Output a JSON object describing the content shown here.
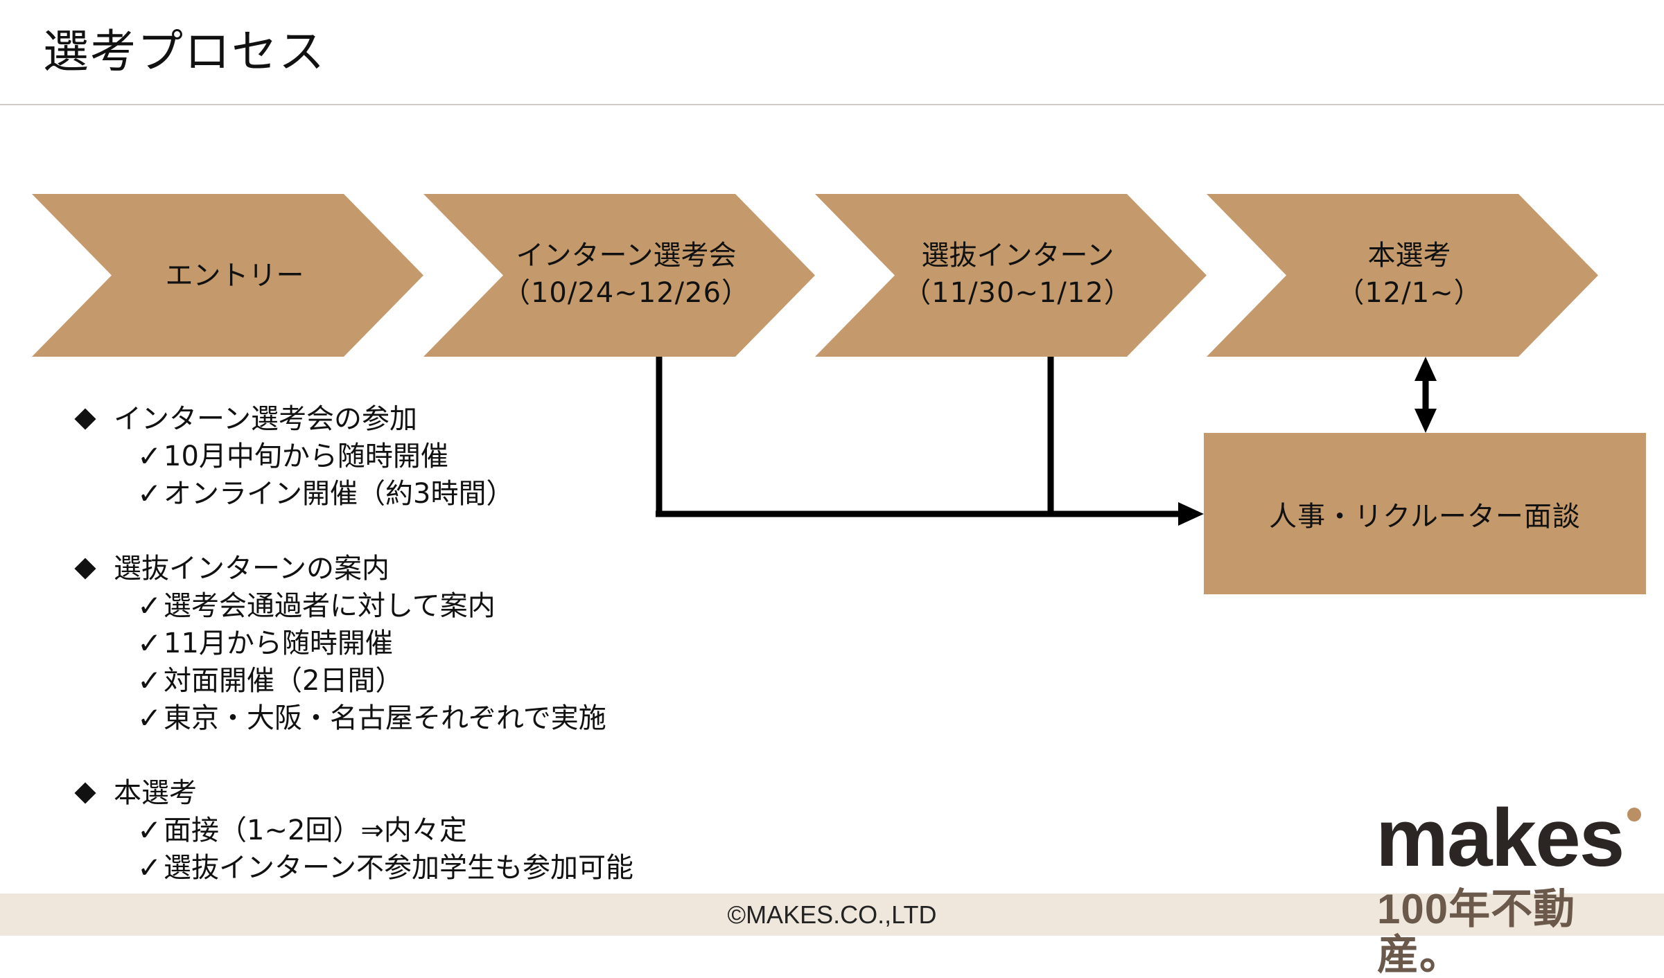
{
  "page": {
    "title": "選考プロセス",
    "accent_color": "#c49a6c"
  },
  "flow": {
    "steps": [
      {
        "label": "エントリー",
        "sub": ""
      },
      {
        "label": "インターン選考会",
        "sub": "（10/24~12/26）"
      },
      {
        "label": "選抜インターン",
        "sub": "（11/30~1/12）"
      },
      {
        "label": "本選考",
        "sub": "（12/1~）"
      }
    ],
    "interview_box": "人事・リクルーター面談"
  },
  "notes": [
    {
      "heading": "インターン選考会の参加",
      "items": [
        "10月中旬から随時開催",
        "オンライン開催（約3時間）"
      ]
    },
    {
      "heading": "選抜インターンの案内",
      "items": [
        "選考会通過者に対して案内",
        "11月から随時開催",
        "対面開催（2日間）",
        "東京・大阪・名古屋それぞれで実施"
      ]
    },
    {
      "heading": "本選考",
      "items": [
        "面接（1~2回）⇒内々定",
        "選抜インターン不参加学生も参加可能"
      ]
    }
  ],
  "footer": {
    "copyright": "©MAKES.CO.,LTD"
  },
  "logo": {
    "word": "makes",
    "tagline": "100年不動産。",
    "dot_color": "#b98f63"
  }
}
